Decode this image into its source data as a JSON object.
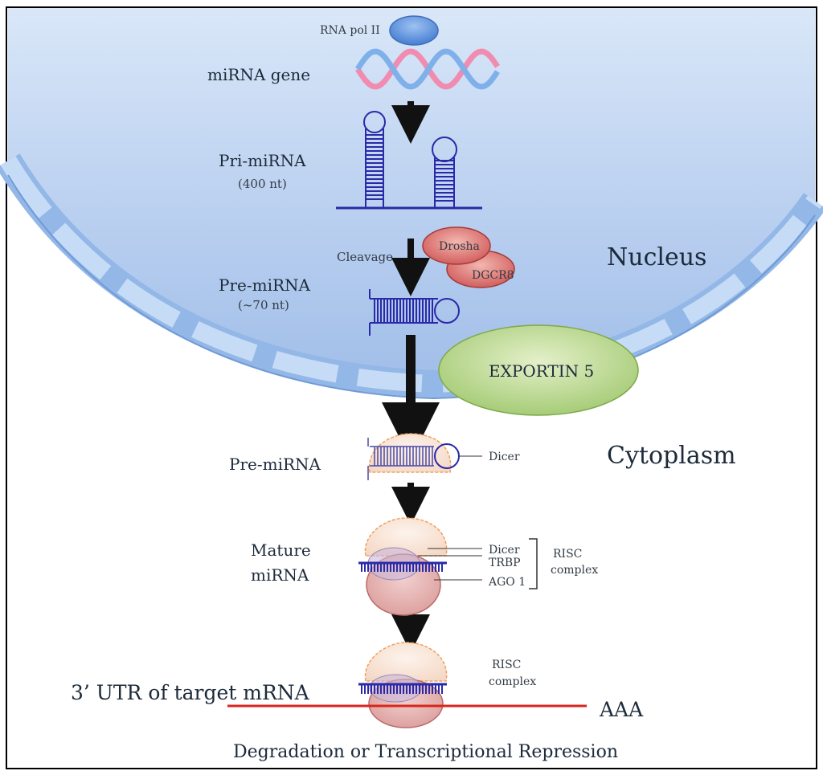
{
  "diagram": {
    "labels": {
      "rna_pol": "RNA pol II",
      "mirna_gene": "miRNA gene",
      "pri_mirna": "Pri-miRNA",
      "pri_size": "(400 nt)",
      "cleavage": "Cleavage",
      "drosha": "Drosha",
      "dgcr8": "DGCR8",
      "nucleus": "Nucleus",
      "pre_mirna_nuc": "Pre-miRNA",
      "pre_size": "(~70 nt)",
      "exportin": "EXPORTIN 5",
      "pre_mirna_cyto": "Pre-miRNA",
      "dicer_1": "Dicer",
      "cytoplasm": "Cytoplasm",
      "mature_1": "Mature",
      "mature_2": "miRNA",
      "dicer_2": "Dicer",
      "trbp": "TRBP",
      "ago1": "AGO 1",
      "risc_1a": "RISC",
      "risc_1b": "complex",
      "risc_2a": "RISC",
      "risc_2b": "complex",
      "utr": "3’ UTR of target mRNA",
      "aaa": "AAA",
      "footer": "Degradation or Transcriptional Repression"
    },
    "colors": {
      "nucleus_fill": "#b3cbee",
      "membrane": "#9dc0ea",
      "rna_strand": "#2a2aa8",
      "drosha": "#d96a6a",
      "exportin": "#a9cf78",
      "mrna_line": "#d9261c",
      "dicer_outline": "#f0a060"
    }
  }
}
